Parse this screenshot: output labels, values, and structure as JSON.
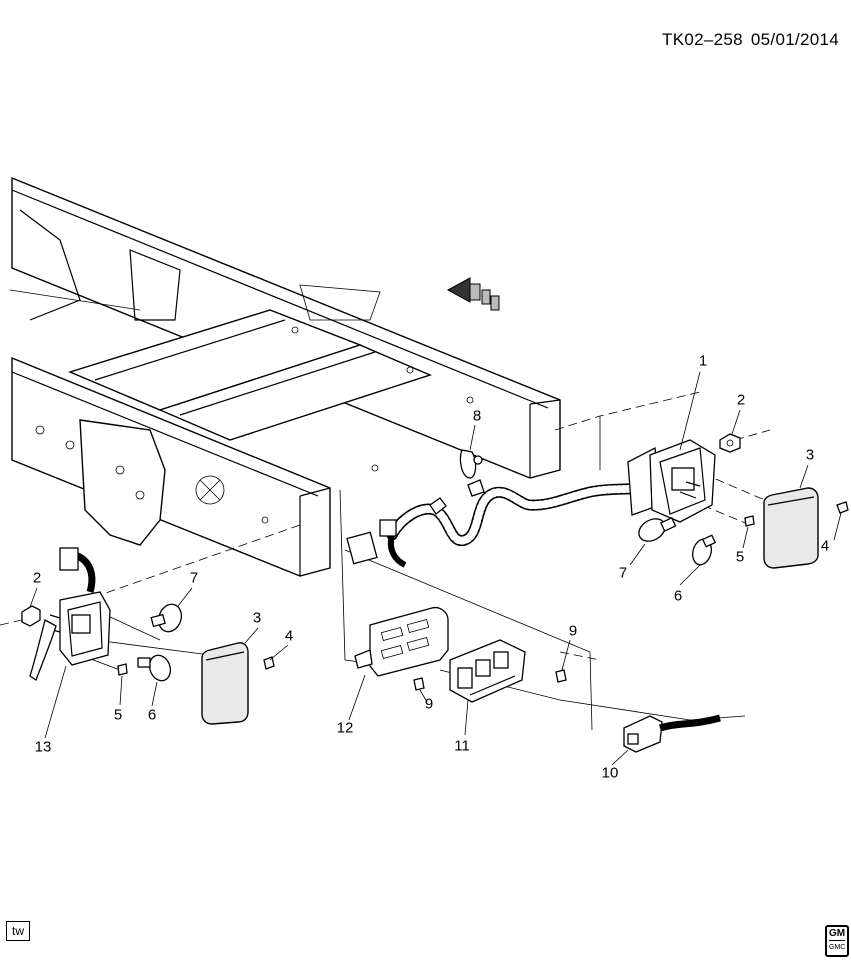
{
  "header": {
    "ref_code": "TK02–258",
    "date": "05/01/2014"
  },
  "badges": {
    "tw": "tw",
    "gm": "GM",
    "gm_sub": "GMC"
  },
  "callouts": [
    "1",
    "2",
    "3",
    "4",
    "5",
    "6",
    "7",
    "8",
    "9",
    "10",
    "11",
    "12",
    "13",
    "2",
    "3",
    "4",
    "5",
    "6",
    "7",
    "9"
  ]
}
